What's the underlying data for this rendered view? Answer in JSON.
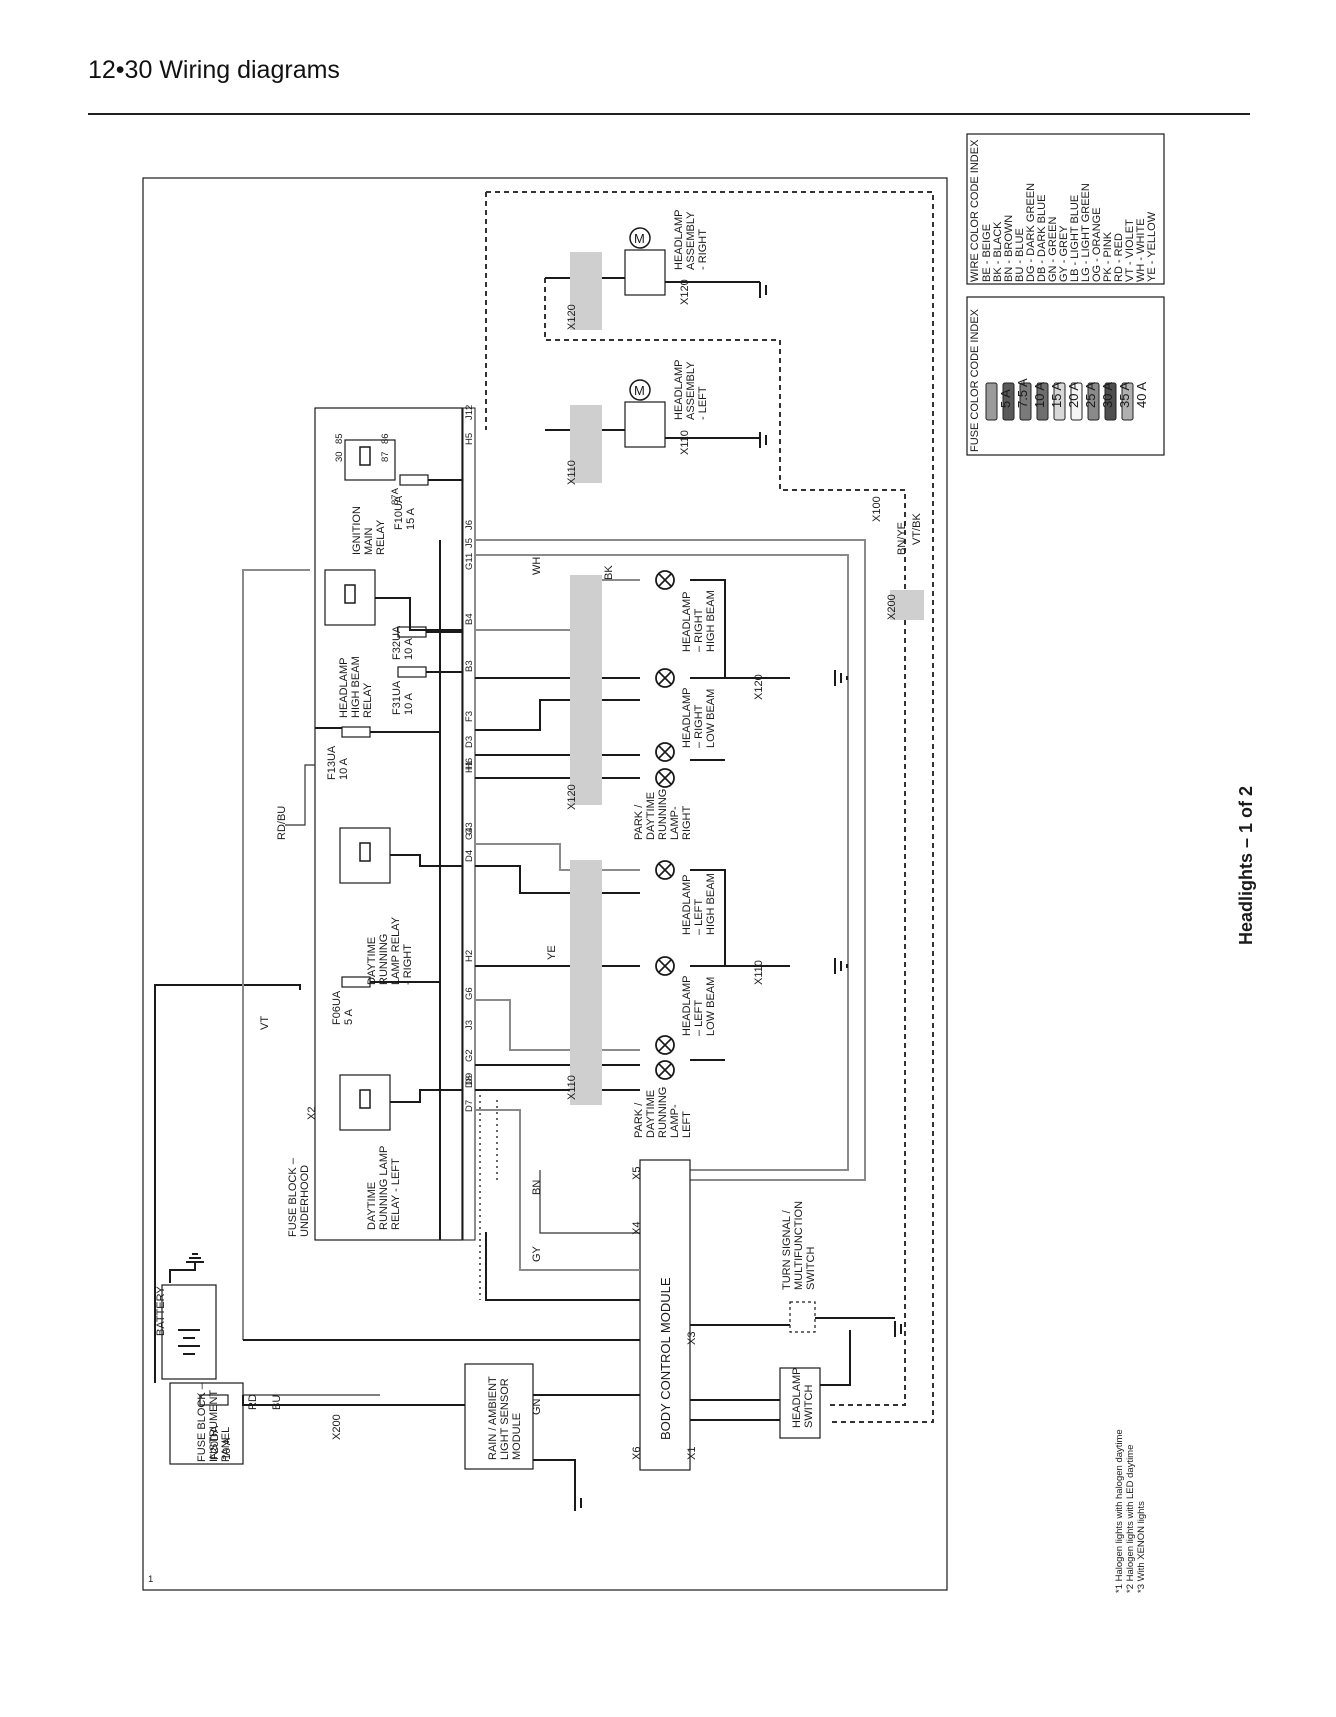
{
  "header": {
    "page_title": "12•30  Wiring diagrams"
  },
  "caption": "Headlights – 1 of 2",
  "footnotes": [
    "*1 Halogen lights with halogen daytime",
    "*2 Halogen lights with LED daytime",
    "*3 With XENON lights"
  ],
  "fuse_index": {
    "title": "FUSE COLOR CODE INDEX",
    "ratings": [
      "5 A",
      "7.5 A",
      "10 A",
      "15 A",
      "20 A",
      "25 A",
      "30 A",
      "35 A",
      "40 A"
    ],
    "swatch_colors": [
      "#9a9a9a",
      "#5a5a5a",
      "#7a7a7a",
      "#6e6e6e",
      "#d8d8d8",
      "#f4f4f4",
      "#8a8a8a",
      "#4e4e4e",
      "#b0b0b0"
    ]
  },
  "wire_index": {
    "title": "WIRE COLOR CODE INDEX",
    "entries": [
      "BE - BEIGE",
      "BK - BLACK",
      "BN - BROWN",
      "BU - BLUE",
      "DG - DARK GREEN",
      "DB - DARK BLUE",
      "GN - GREEN",
      "GY - GREY",
      "LB - LIGHT BLUE",
      "LG - LIGHT GREEN",
      "OG - ORANGE",
      "PK - PINK",
      "RD - RED",
      "VT - VIOLET",
      "WH - WHITE",
      "YE - YELLOW"
    ]
  },
  "components": {
    "battery": "BATTERY",
    "fuse_block_ip": [
      "FUSE BLOCK –",
      "INSTRUMENT",
      "PANEL"
    ],
    "fuse_block_uh": [
      "FUSE BLOCK –",
      "UNDERHOOD"
    ],
    "rain_sensor": [
      "RAIN / AMBIENT",
      "LIGHT SENSOR",
      "MODULE"
    ],
    "bcm": "BODY CONTROL MODULE",
    "headlamp_switch": [
      "HEADLAMP",
      "SWITCH"
    ],
    "turn_switch": [
      "TURN SIGNAL /",
      "MULTIFUNCTION",
      "SWITCH"
    ],
    "drl_relay_left": [
      "DAYTIME",
      "RUNNING LAMP",
      "RELAY - LEFT"
    ],
    "drl_relay_right": [
      "DAYTIME",
      "RUNNING",
      "LAMP RELAY",
      "- RIGHT"
    ],
    "hb_relay": [
      "HEADLAMP",
      "HIGH BEAM",
      "RELAY"
    ],
    "ign_relay": [
      "IGNITION",
      "MAIN",
      "RELAY"
    ],
    "park_left": [
      "PARK /",
      "DAYTIME",
      "RUNNING",
      "LAMP-",
      "LEFT"
    ],
    "park_right": [
      "PARK /",
      "DAYTIME",
      "RUNNING",
      "LAMP-",
      "RIGHT"
    ],
    "low_left": [
      "HEADLAMP",
      "– LEFT",
      "LOW BEAM"
    ],
    "high_left": [
      "HEADLAMP",
      "– LEFT",
      "HIGH BEAM"
    ],
    "low_right": [
      "HEADLAMP",
      "– RIGHT",
      "LOW BEAM"
    ],
    "high_right": [
      "HEADLAMP",
      "– RIGHT",
      "HIGH BEAM"
    ],
    "assy_left": [
      "HEADLAMP",
      "ASSEMBLY",
      "- LEFT"
    ],
    "assy_right": [
      "HEADLAMP",
      "ASSEMBLY",
      "- RIGHT"
    ]
  },
  "fuses": {
    "f20da": [
      "F20DA",
      "10 A"
    ],
    "f06ua": [
      "F06UA",
      "5 A"
    ],
    "f13ua": [
      "F13UA",
      "10 A"
    ],
    "f31ua": [
      "F31UA",
      "10 A"
    ],
    "f32ua": [
      "F32UA",
      "10 A"
    ],
    "f10ua": [
      "F10UA",
      "15 A"
    ]
  },
  "connectors": {
    "x200": "X200",
    "x110": "X110",
    "x120": "X120",
    "x100": "X100",
    "x6": "X6",
    "x5": "X5",
    "x4": "X4",
    "x3": "X3",
    "x1": "X1",
    "x2": "X2"
  },
  "wire_codes": [
    "RD",
    "BU",
    "VT",
    "BK",
    "BN",
    "GN",
    "GY",
    "YE",
    "WH",
    "RD/BU",
    "BN/YE",
    "VT/BK"
  ],
  "relay_pins": [
    "30",
    "85",
    "87",
    "86",
    "87A"
  ],
  "uh_pins": [
    "J12",
    "H5",
    "J6",
    "J5",
    "B4",
    "B3",
    "F3",
    "D3",
    "H1",
    "G4",
    "D4",
    "H2",
    "G6",
    "G2",
    "D8",
    "D7",
    "J3",
    "D9",
    "G3",
    "H6",
    "G11"
  ],
  "frame_marker": "1"
}
